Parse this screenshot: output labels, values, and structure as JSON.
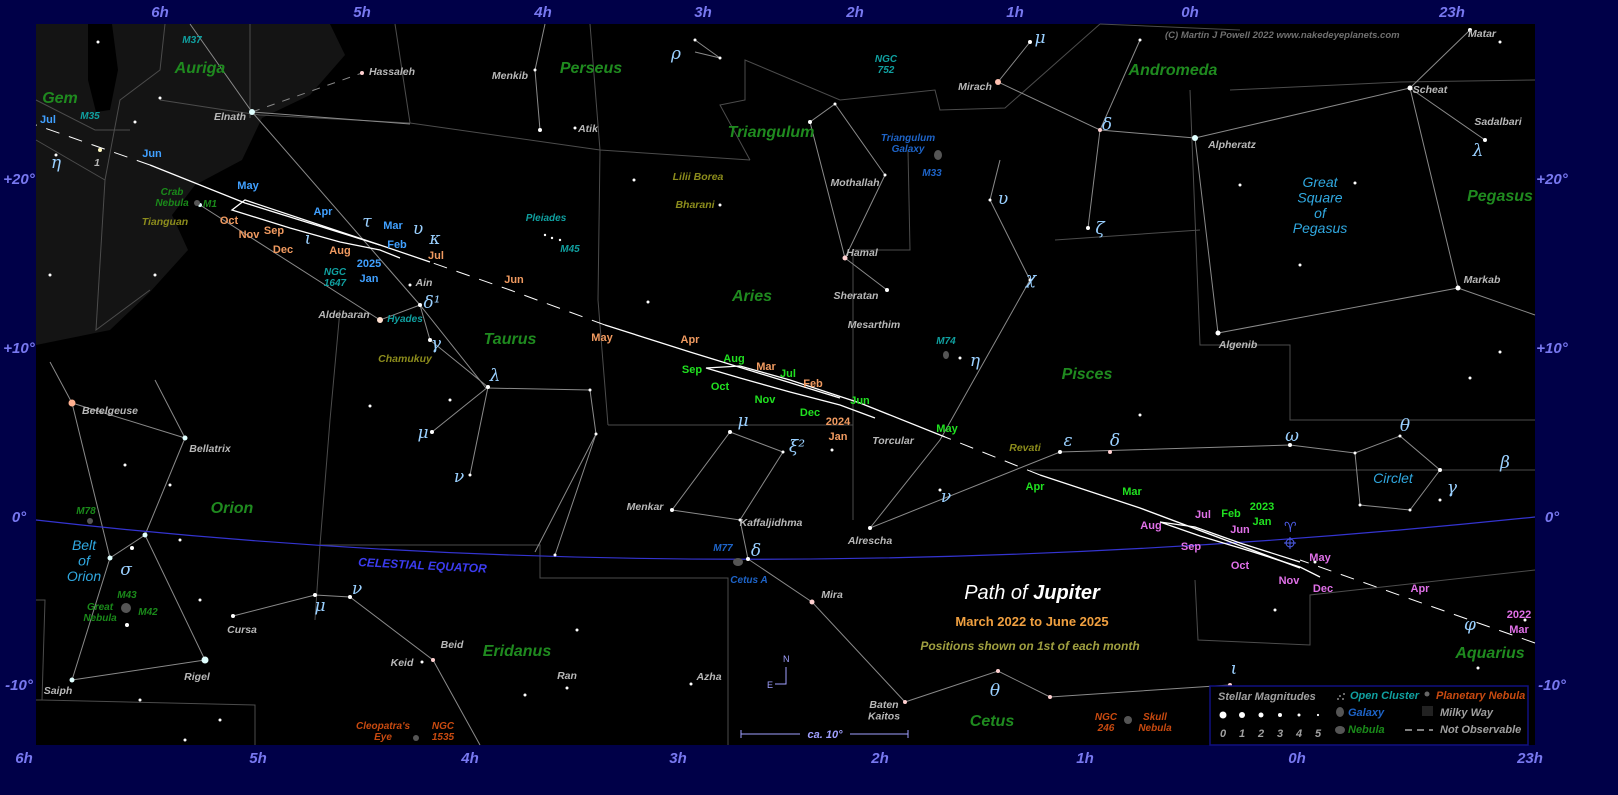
{
  "credit": "(C) Martin J Powell  2022  www.nakedeyeplanets.com",
  "title": {
    "prefix": "Path of ",
    "planet": "Jupiter",
    "range": "March 2022 to June 2025",
    "note": "Positions shown on 1st of each month"
  },
  "equator_label": "CELESTIAL EQUATOR",
  "axes": {
    "top": [
      "6h",
      "5h",
      "4h",
      "3h",
      "2h",
      "1h",
      "0h",
      "23h"
    ],
    "bottom": [
      "6h",
      "5h",
      "4h",
      "3h",
      "2h",
      "1h",
      "0h",
      "23h"
    ],
    "left": [
      "+20°",
      "+10°",
      "0°",
      "-10°"
    ],
    "right": [
      "+20°",
      "+10°",
      "0°",
      "-10°"
    ]
  },
  "labels": {
    "con": [
      "Auriga",
      "Gem",
      "Perseus",
      "Triangulum",
      "Andromeda",
      "Pegasus",
      "Aries",
      "Taurus",
      "Pisces",
      "Orion",
      "Eridanus",
      "Cetus",
      "Aquarius"
    ],
    "star": [
      "Hassaleh",
      "Elnath",
      "Menkib",
      "Atik",
      "Mirach",
      "Alpheratz",
      "Scheat",
      "Matar",
      "Sadalbari",
      "Mothallah",
      "Hamal",
      "Sheratan",
      "Mesarthim",
      "Algenib",
      "Markab",
      "Ain",
      "Aldebaran",
      "Betelgeuse",
      "Bellatrix",
      "Torcular",
      "Alrescha",
      "Menkar",
      "Kaffaljidhma",
      "Mira",
      "Cursa",
      "Beid",
      "Keid",
      "Ran",
      "Azha",
      "Rigel",
      "Saiph",
      "Baten\nKaitos",
      "1"
    ],
    "olive": [
      "Tianguan",
      "Chamukuy",
      "Lilii Borea",
      "Bharani",
      "Revati"
    ],
    "clus": [
      "M37",
      "M35",
      "NGC\n1647",
      "Pleiades",
      "M45",
      "Hyades",
      "M74",
      "NGC\n752"
    ],
    "gal": [
      "Triangulum\nGalaxy",
      "M33",
      "M77",
      "Cetus A"
    ],
    "neb": [
      "Crab\nNebula",
      "M1",
      "M78",
      "Great\nNebula",
      "M43",
      "M42"
    ],
    "pn": [
      "Cleopatra's\nEye",
      "NGC\n1535",
      "NGC\n246",
      "Skull\nNebula"
    ],
    "ast": [
      "Belt\nof\nOrion",
      "Great\nSquare\nof\nPegasus",
      "Circlet"
    ],
    "greek": [
      "η",
      "ι",
      "τ",
      "υ",
      "κ",
      "δ¹",
      "γ",
      "λ",
      "μ",
      "ν",
      "σ",
      "μ",
      "ν",
      "μ",
      "ξ²",
      "δ",
      "θ",
      "ν",
      "η",
      "χ",
      "υ",
      "ζ",
      "δ",
      "μ",
      "ε",
      "δ",
      "ω",
      "θ",
      "β",
      "γ",
      "λ",
      "φ",
      "ι",
      "ρ"
    ]
  },
  "path": {
    "2022": [
      "Mar",
      "Apr",
      "May",
      "Jun",
      "Jul",
      "Aug",
      "Sep",
      "Oct",
      "Nov",
      "Dec"
    ],
    "2023": [
      "Jan",
      "Feb",
      "Mar",
      "Apr",
      "May",
      "Jun",
      "Jul",
      "Aug",
      "Sep",
      "Oct",
      "Nov",
      "Dec"
    ],
    "2024": [
      "Jan",
      "Feb",
      "Mar",
      "Apr",
      "May",
      "Jun",
      "Jul",
      "Aug",
      "Sep",
      "Oct",
      "Nov",
      "Dec"
    ],
    "2025": [
      "Jan",
      "Feb",
      "Mar",
      "Apr",
      "May",
      "Jun",
      "Jul"
    ],
    "year_labels": [
      "2022",
      "2023",
      "2024",
      "2025"
    ]
  },
  "compass": {
    "north": "N",
    "east": "E"
  },
  "scale": "ca. 10°",
  "legend": {
    "magnitudes_title": "Stellar Magnitudes",
    "magnitudes": [
      "0",
      "1",
      "2",
      "3",
      "4",
      "5"
    ],
    "open_cluster": "Open Cluster",
    "galaxy": "Galaxy",
    "nebula": "Nebula",
    "planetary_nebula": "Planetary Nebula",
    "milky_way": "Milky Way",
    "not_observable": "Not Observable"
  },
  "colors": {
    "frame": "#000048",
    "sky": "#000000",
    "milky_way": "#141414",
    "equator": "#3434d0",
    "path": "#ffffff"
  }
}
